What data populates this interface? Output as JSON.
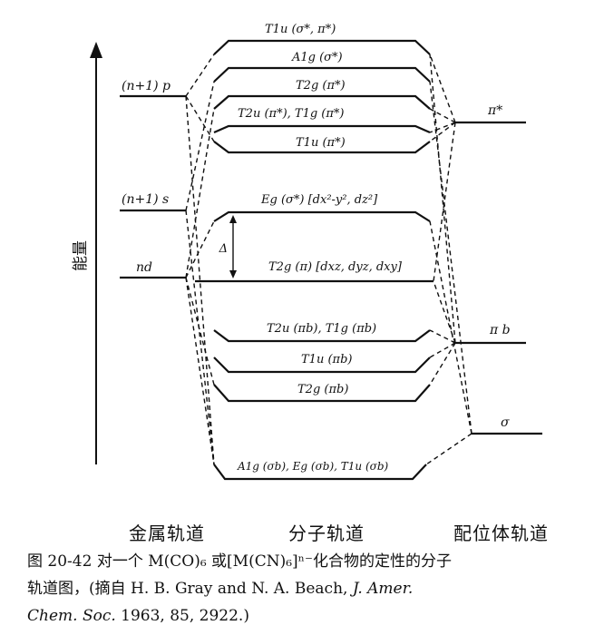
{
  "energy_axis_label": "能量",
  "metal_levels": [
    {
      "label": "(n+1) p"
    },
    {
      "label": "(n+1) s"
    },
    {
      "label": "nd"
    }
  ],
  "ligand_levels": [
    {
      "label": "π*"
    },
    {
      "label": "π b"
    },
    {
      "label": "σ"
    }
  ],
  "molecular_levels": [
    {
      "label": "T1u (σ*, π*)"
    },
    {
      "label": "A1g (σ*)"
    },
    {
      "label": "T2g (π*)"
    },
    {
      "label": "T2u (π*), T1g (π*)"
    },
    {
      "label": "T1u (π*)"
    },
    {
      "label": "Eg (σ*) [dx²-y², dz²]"
    },
    {
      "label": "T2g (π) [dxz, dyz, dxy]"
    },
    {
      "label": "T2u (πb), T1g (πb)"
    },
    {
      "label": "T1u (πb)"
    },
    {
      "label": "T2g (πb)"
    },
    {
      "label": "A1g (σb), Eg (σb), T1u (σb)"
    }
  ],
  "delta_label": "Δ",
  "column_titles": {
    "metal": "金属轨道",
    "molecular": "分子轨道",
    "ligand": "配位体轨道"
  },
  "caption": {
    "line1": "图 20-42   对一个 M(CO)₆ 或[M(CN)₆]ⁿ⁻化合物的定性的分子",
    "line2": "轨道图，(摘自 H. B. Gray and N. A. Beach, ",
    "journal1": "J. Amer.",
    "line3_journal": "Chem. Soc.",
    "line3_rest": " 1963, 85, 2922.)"
  }
}
